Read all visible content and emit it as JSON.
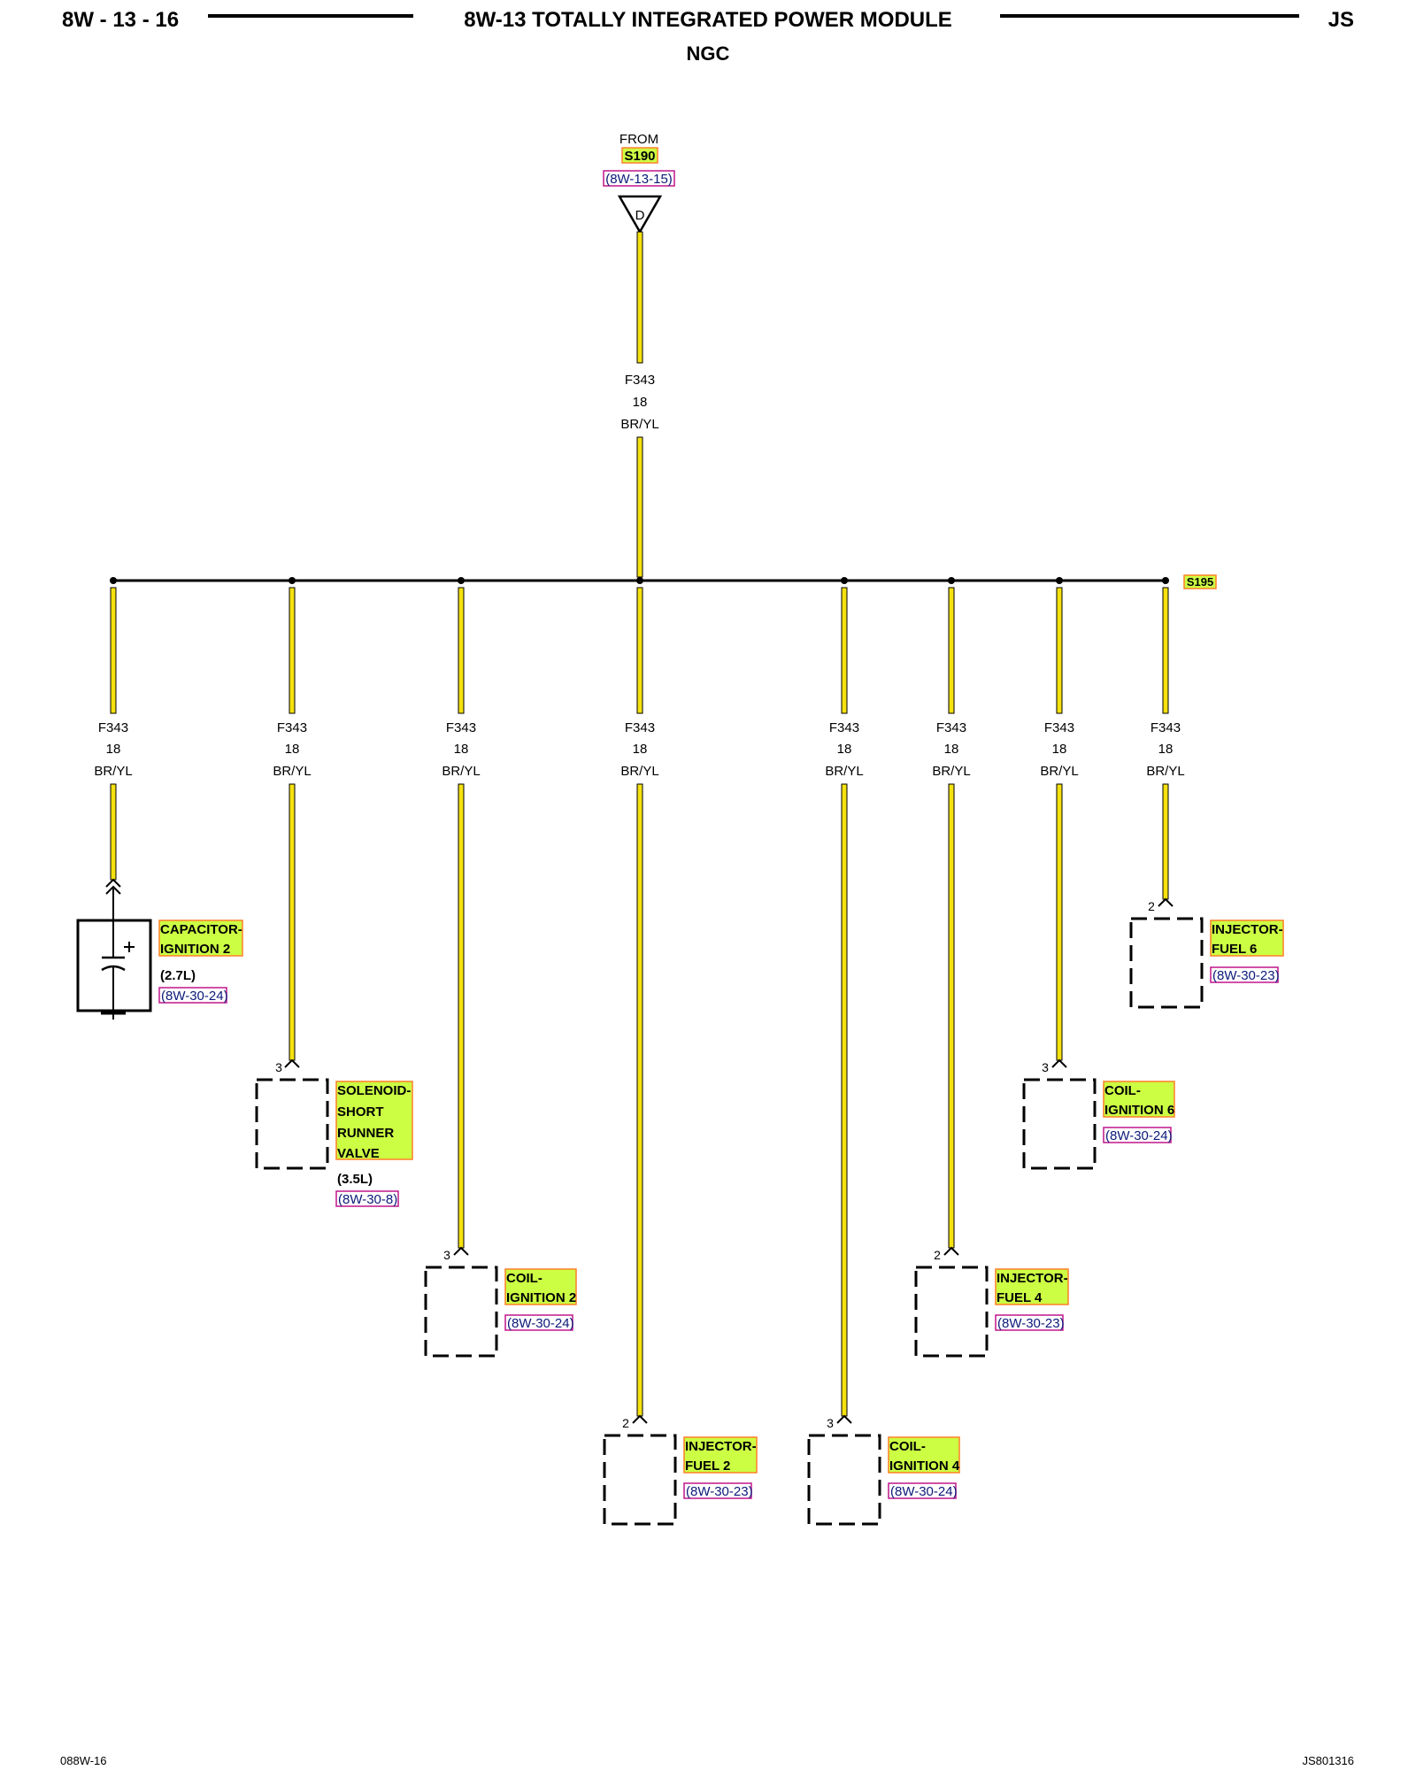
{
  "header": {
    "page_number": "8W - 13 - 16",
    "title": "8W-13 TOTALLY INTEGRATED POWER MODULE",
    "model": "JS",
    "subtitle": "NGC"
  },
  "source": {
    "from_label": "FROM",
    "splice": "S190",
    "ref": "(8W-13-15)",
    "connector_letter": "D"
  },
  "main_wire": {
    "circuit": "F343",
    "gauge": "18",
    "color": "BR/YL"
  },
  "bus_splice": "S195",
  "branches": [
    {
      "circuit": "F343",
      "gauge": "18",
      "color": "BR/YL",
      "pin": "",
      "component_lines": [
        "CAPACITOR-",
        "IGNITION 2"
      ],
      "note": "(2.7L)",
      "ref": "(8W-30-24)"
    },
    {
      "circuit": "F343",
      "gauge": "18",
      "color": "BR/YL",
      "pin": "3",
      "component_lines": [
        "SOLENOID-",
        "SHORT",
        "RUNNER",
        "VALVE"
      ],
      "note": "(3.5L)",
      "ref": "(8W-30-8)"
    },
    {
      "circuit": "F343",
      "gauge": "18",
      "color": "BR/YL",
      "pin": "3",
      "component_lines": [
        "COIL-",
        "IGNITION 2"
      ],
      "note": "",
      "ref": "(8W-30-24)"
    },
    {
      "circuit": "F343",
      "gauge": "18",
      "color": "BR/YL",
      "pin": "2",
      "component_lines": [
        "INJECTOR-",
        "FUEL 2"
      ],
      "note": "",
      "ref": "(8W-30-23)"
    },
    {
      "circuit": "F343",
      "gauge": "18",
      "color": "BR/YL",
      "pin": "3",
      "component_lines": [
        "COIL-",
        "IGNITION 4"
      ],
      "note": "",
      "ref": "(8W-30-24)"
    },
    {
      "circuit": "F343",
      "gauge": "18",
      "color": "BR/YL",
      "pin": "2",
      "component_lines": [
        "INJECTOR-",
        "FUEL 4"
      ],
      "note": "",
      "ref": "(8W-30-23)"
    },
    {
      "circuit": "F343",
      "gauge": "18",
      "color": "BR/YL",
      "pin": "3",
      "component_lines": [
        "COIL-",
        "IGNITION 6"
      ],
      "note": "",
      "ref": "(8W-30-24)"
    },
    {
      "circuit": "F343",
      "gauge": "18",
      "color": "BR/YL",
      "pin": "2",
      "component_lines": [
        "INJECTOR-",
        "FUEL 6"
      ],
      "note": "",
      "ref": "(8W-30-23)"
    }
  ],
  "footer": {
    "left": "088W-16",
    "right": "JS801316"
  },
  "colors": {
    "wire": "#f5e10f",
    "label_fill": "#ccff44",
    "label_border": "#ff7f27",
    "ref_border": "#c0168c"
  }
}
